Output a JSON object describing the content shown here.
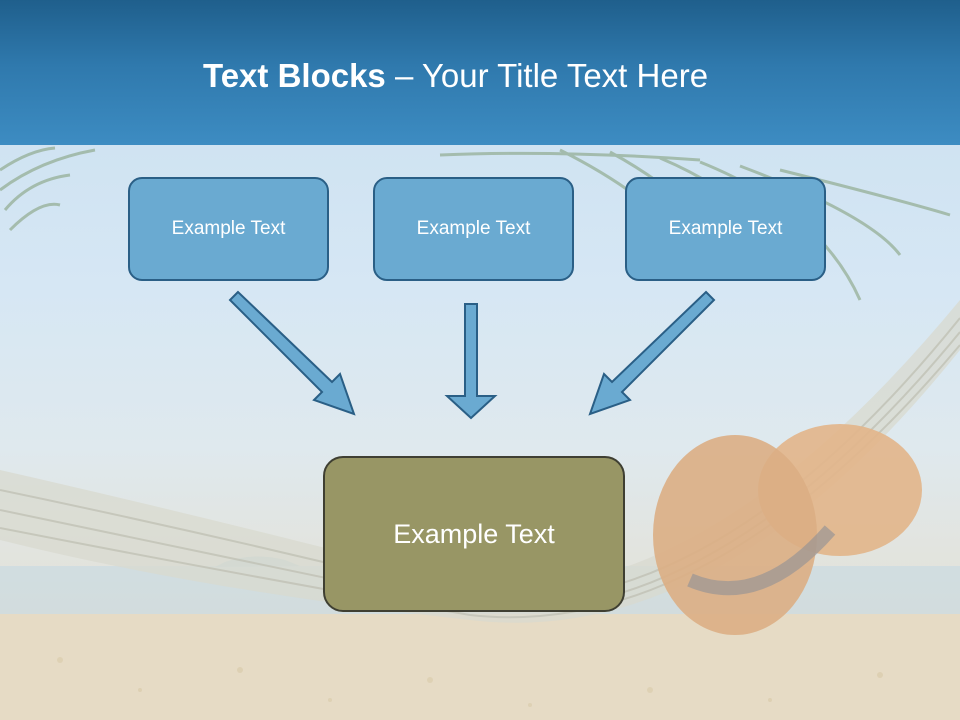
{
  "title": {
    "bold": "Text Blocks",
    "rest": " – Your Title Text Here"
  },
  "diagram": {
    "top_blocks": [
      {
        "label": "Example Text"
      },
      {
        "label": "Example Text"
      },
      {
        "label": "Example Text"
      }
    ],
    "bottom_block": {
      "label": "Example Text"
    }
  },
  "colors": {
    "header": "#2f79ad",
    "top_block_fill": "#6aaad1",
    "top_block_border": "#2a5f86",
    "bottom_block_fill": "#989665",
    "bottom_block_border": "#3f3f32",
    "arrow_fill": "#6aaad1",
    "arrow_border": "#2a5f86"
  },
  "background": {
    "scene": "beach hammock with straw hat under palm fronds"
  }
}
